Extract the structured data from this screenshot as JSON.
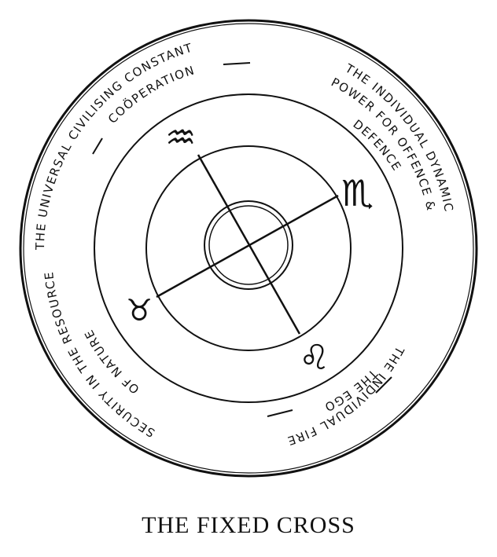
{
  "diagram": {
    "arc_texts": {
      "outer_top": "THE UNIVERSAL CIVILISING CONSTANT",
      "inner_top": "COÖPERATION",
      "right_outer": "THE INDIVIDUAL DYNAMIC",
      "right_middle": "POWER FOR OFFENCE &",
      "right_inner": "DEFENCE",
      "left_outer": "SECURITY IN THE RESOURCE",
      "left_inner": "OF NATURE",
      "bottom_outer": "THE INDIVIDUAL FIRE",
      "bottom_inner": "THE EGO"
    },
    "signs": {
      "aquarius": "♒",
      "scorpio": "♏",
      "leo": "♌",
      "taurus": "♉"
    },
    "colors": {
      "ink": "#111111",
      "paper": "#ffffff"
    }
  },
  "caption": "THE FIXED CROSS"
}
